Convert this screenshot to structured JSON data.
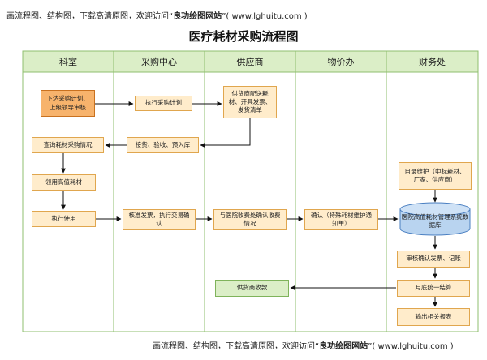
{
  "banner": {
    "prefix": "画流程图、结构图，下载高清原图，欢迎访问“",
    "site": "良功绘图网站",
    "suffix": "”( www.lghuitu.com )"
  },
  "title": "医疗耗材采购流程图",
  "lanes": [
    "科室",
    "采购中心",
    "供应商",
    "物价办",
    "财务处"
  ],
  "nodes": {
    "plan": "下达采购计划、上级领导审核",
    "exec_plan": "执行采购计划",
    "supplier_deliver": "供货商配送耗材、开具发票、发货清单",
    "receive": "接货、验收、预入库",
    "query": "查询耗材采购情况",
    "use_high": "领用高值耗材",
    "execute_use": "执行使用",
    "verify_invoice": "核准发票，执行交易确认",
    "confirm_fee": "与医院收费处确认收费情况",
    "confirm_special": "确认（特殊耗材维护通知单）",
    "catalog": "目录维护（中标耗材、厂家、供应商）",
    "database": "医院高值耗材管理系统数据库",
    "audit": "审核确认发票、记账",
    "monthly": "月底统一结算",
    "payment": "供货商收款",
    "report": "输出相关报表"
  },
  "colors": {
    "header_bg": "#dbeec7",
    "lane_border": "#8fbf6f",
    "box_fill": "#ffeccb",
    "box_border": "#e0a64e",
    "box_dark": "#f7b36c",
    "db_fill": "#b9d4f0",
    "db_border": "#4a7fc1",
    "green_box": "#dbeec7",
    "arrow": "#111111"
  }
}
